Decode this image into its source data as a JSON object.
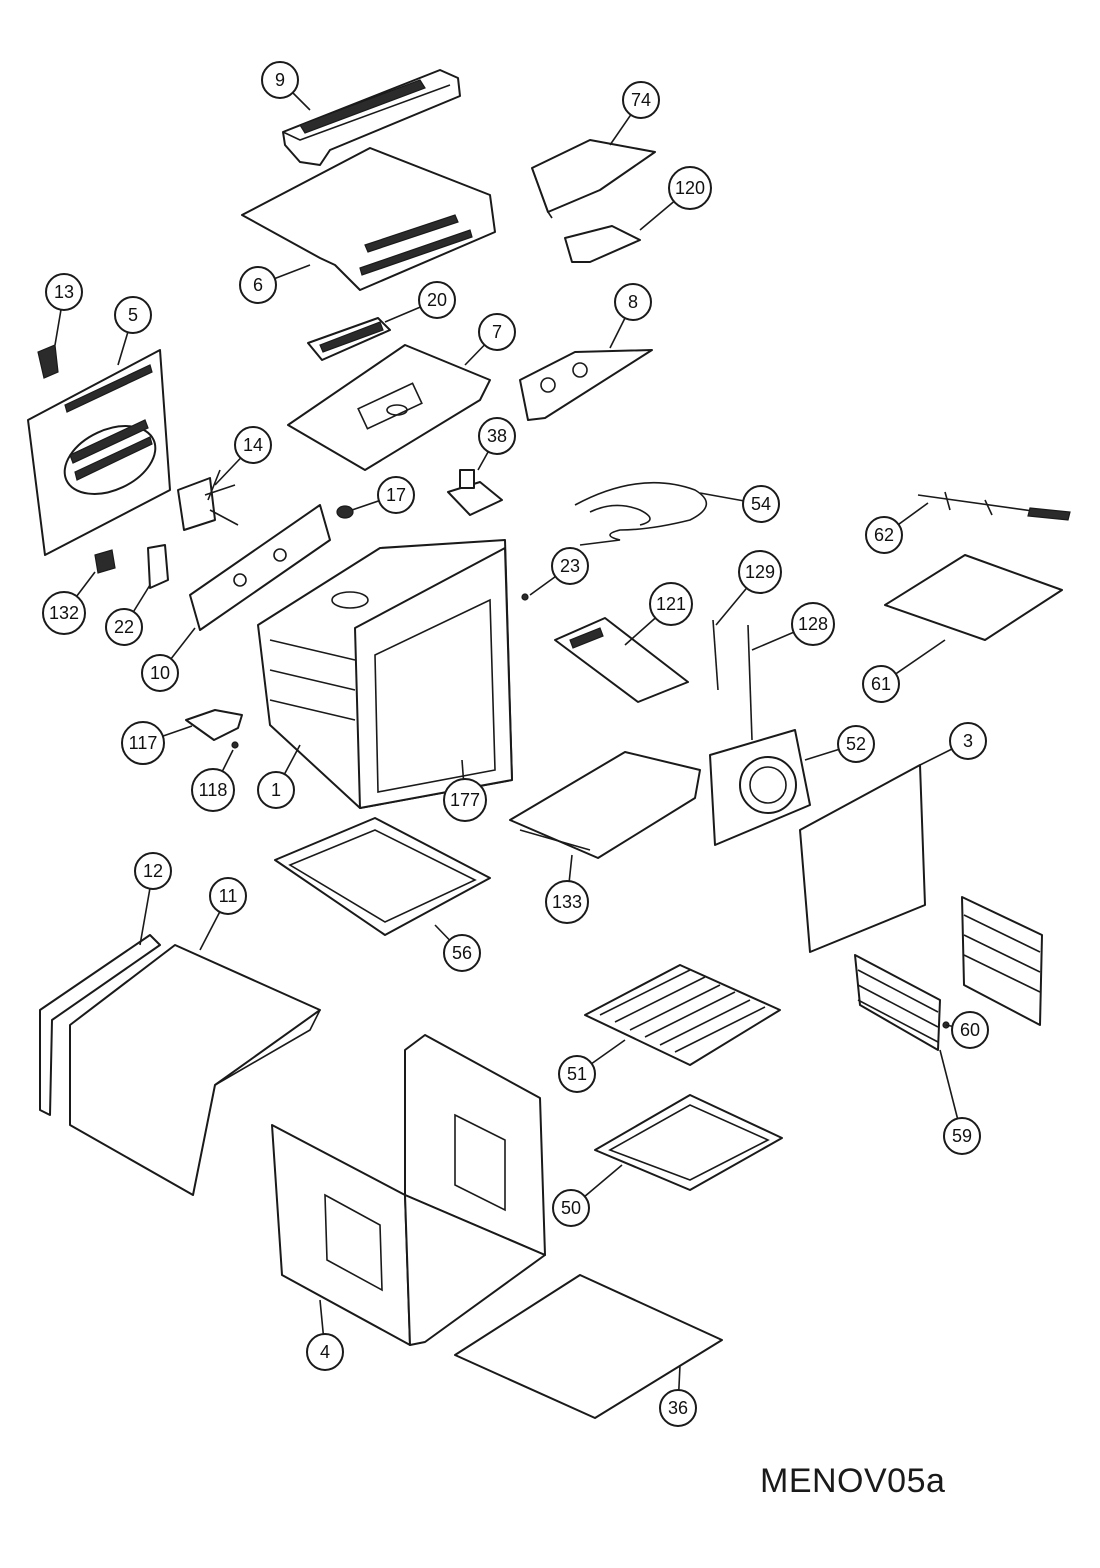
{
  "diagram": {
    "code": "MENOV05a",
    "callouts": [
      "9",
      "74",
      "120",
      "6",
      "13",
      "5",
      "20",
      "7",
      "8",
      "14",
      "38",
      "17",
      "54",
      "62",
      "23",
      "132",
      "22",
      "121",
      "129",
      "128",
      "10",
      "61",
      "52",
      "3",
      "117",
      "118",
      "1",
      "177",
      "133",
      "12",
      "11",
      "56",
      "60",
      "51",
      "59",
      "50",
      "4",
      "36"
    ]
  }
}
